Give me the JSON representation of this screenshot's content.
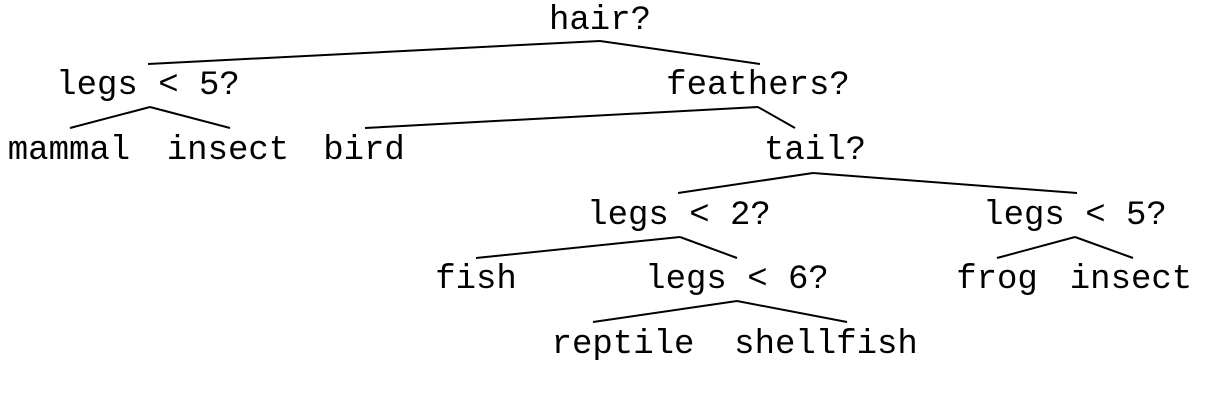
{
  "tree": {
    "nodes": {
      "hair": "hair?",
      "legs_lt_5_a": "legs < 5?",
      "feathers": "feathers?",
      "mammal": "mammal",
      "insect_a": "insect",
      "bird": "bird",
      "tail": "tail?",
      "legs_lt_2": "legs < 2?",
      "legs_lt_5_b": "legs < 5?",
      "fish": "fish",
      "legs_lt_6": "legs < 6?",
      "frog": "frog",
      "insect_b": "insect",
      "reptile": "reptile",
      "shellfish": "shellfish"
    },
    "edges": [
      [
        "hair",
        "legs_lt_5_a"
      ],
      [
        "hair",
        "feathers"
      ],
      [
        "legs_lt_5_a",
        "mammal"
      ],
      [
        "legs_lt_5_a",
        "insect_a"
      ],
      [
        "feathers",
        "bird"
      ],
      [
        "feathers",
        "tail"
      ],
      [
        "tail",
        "legs_lt_2"
      ],
      [
        "tail",
        "legs_lt_5_b"
      ],
      [
        "legs_lt_2",
        "fish"
      ],
      [
        "legs_lt_2",
        "legs_lt_6"
      ],
      [
        "legs_lt_5_b",
        "frog"
      ],
      [
        "legs_lt_5_b",
        "insect_b"
      ],
      [
        "legs_lt_6",
        "reptile"
      ],
      [
        "legs_lt_6",
        "shellfish"
      ]
    ]
  }
}
